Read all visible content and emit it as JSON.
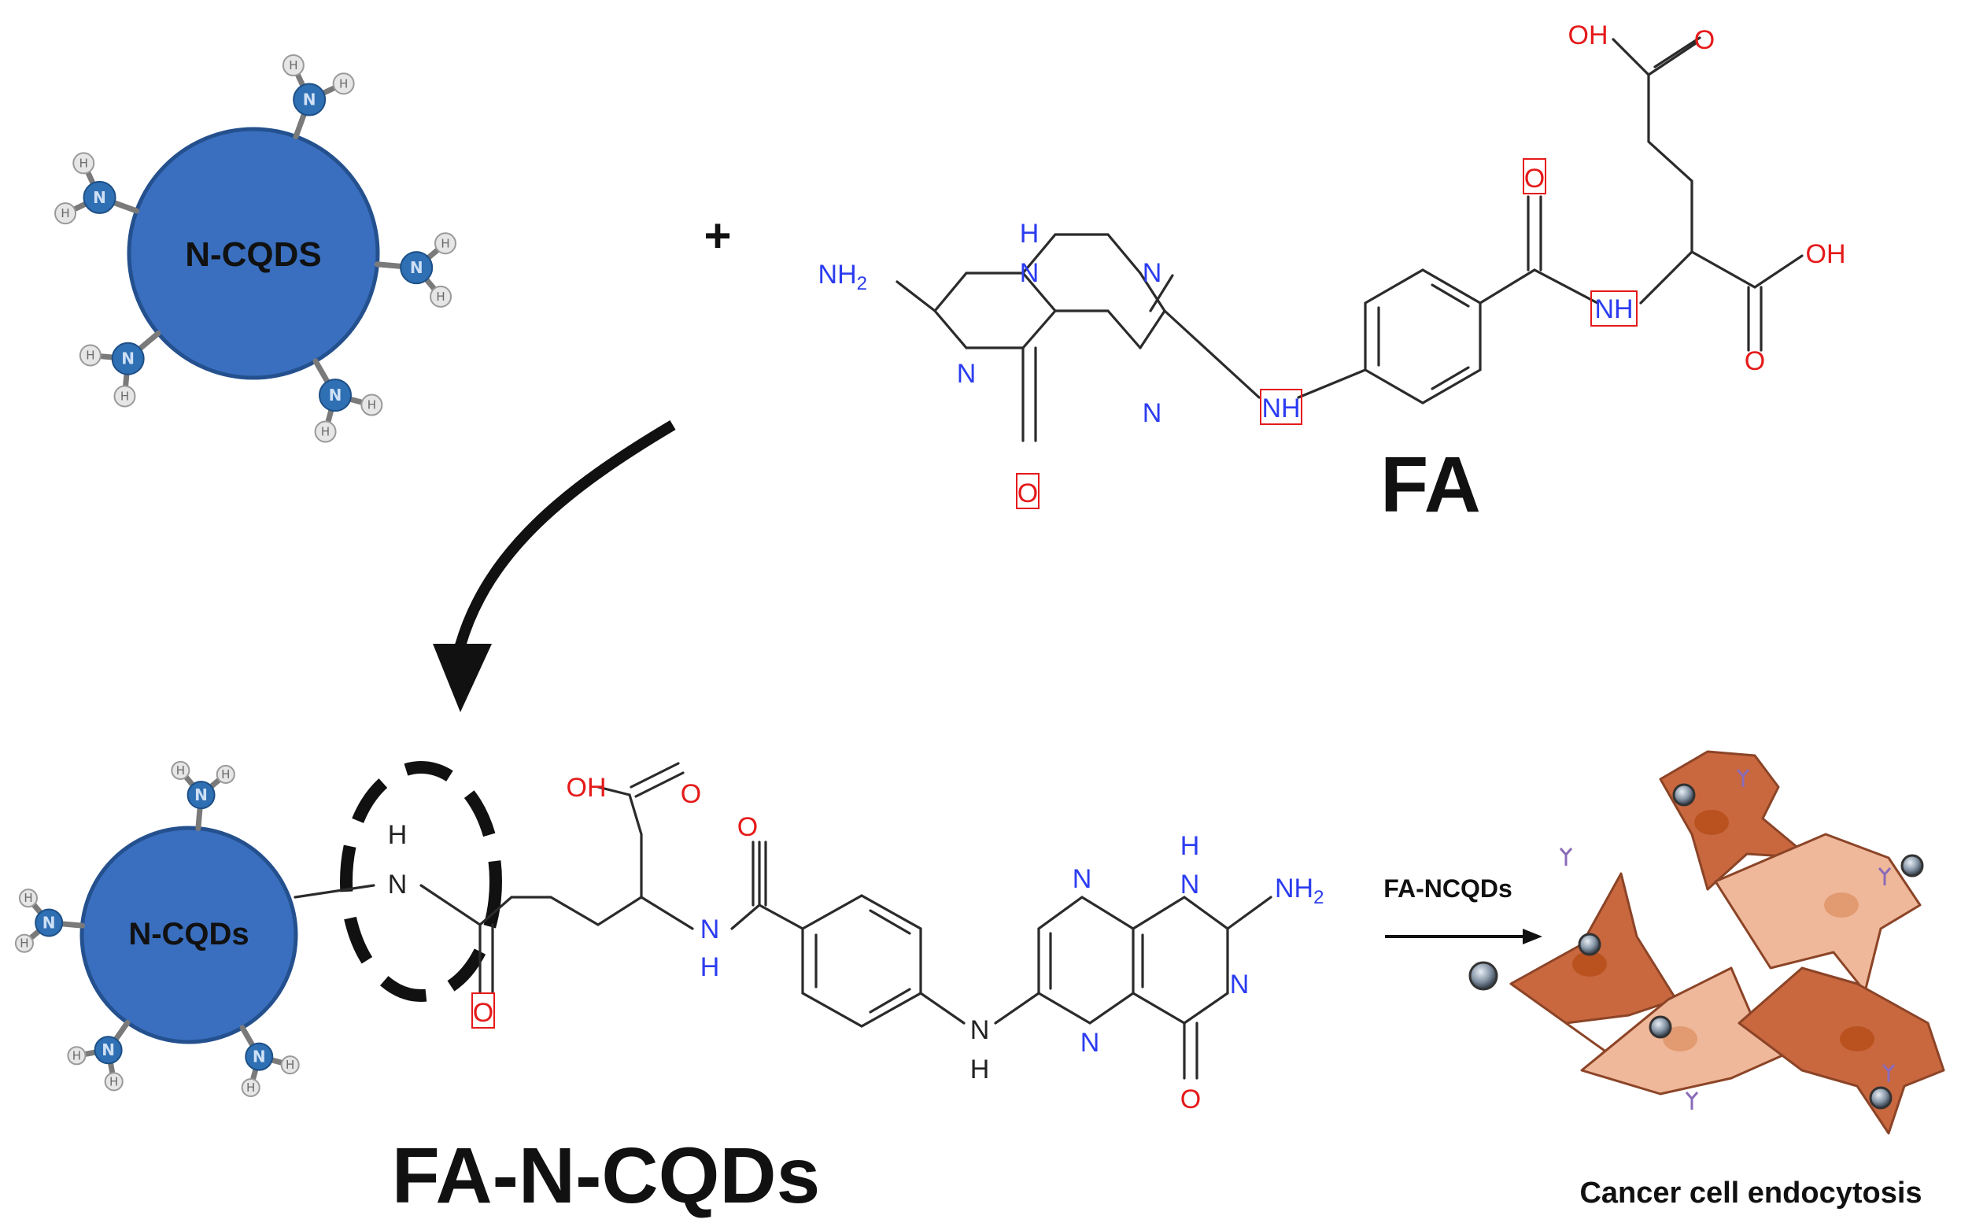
{
  "particles": {
    "top_label": "N-CQDS",
    "bottom_label": "N-CQDs",
    "surface_group_atoms": [
      "N",
      "H"
    ]
  },
  "operator": "+",
  "titles": {
    "fa": "FA",
    "product": "FA-N-CQDs",
    "cancer": "Cancer cell endocytosis",
    "arrow_label": "FA-NCQDs"
  },
  "atoms": {
    "nh2": "NH",
    "nh2_sub": "2",
    "n": "N",
    "h": "H",
    "nh": "NH",
    "o": "O",
    "oh": "OH",
    "ho": "OH"
  },
  "colors": {
    "particle": "#3a6fbf",
    "nitrogen_label": "#2b3cf0",
    "oxygen_label": "#e51a1a",
    "cell_dark": "#c9683f",
    "cell_light": "#efb89a",
    "receptor": "#8a6bb8"
  }
}
